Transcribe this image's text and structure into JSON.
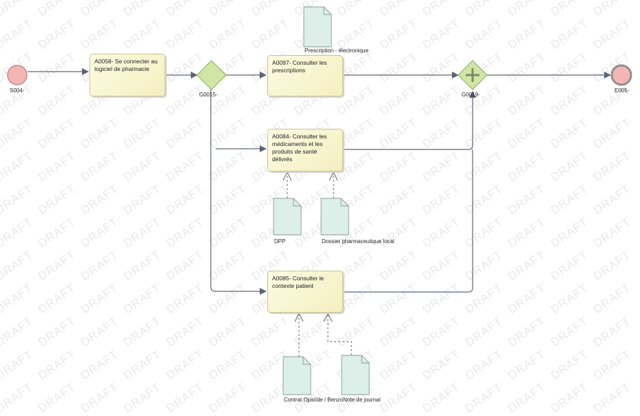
{
  "watermark": "DRAFT",
  "events": {
    "start": {
      "label": "S004-",
      "color": "#f5b5b5"
    },
    "end": {
      "label": "E005-",
      "color": "#f5b5b5"
    }
  },
  "gateways": {
    "split": {
      "label": "G0015-",
      "type": "exclusive",
      "color": "#cfe6a4"
    },
    "join": {
      "label": "G0019-",
      "type": "parallel",
      "color": "#cfe6a4"
    }
  },
  "tasks": {
    "a0058": {
      "line1": "A0058- Se connecter au",
      "line2": "logiciel de pharmacie"
    },
    "a0097": {
      "line1": "A0097- Consulter les",
      "line2": "prescriptions"
    },
    "a0084": {
      "line1": "A0084- Consulter les",
      "line2": "médicaments et les",
      "line3": "produits de santé délivrés"
    },
    "a0085": {
      "line1": "A0085- Consulter le",
      "line2": "contexte patient"
    }
  },
  "documents": {
    "prescription": "Prescription - électronique",
    "dpp": "DPP",
    "dossier": "Dossier pharmaceutique local",
    "contrat": "Contrat Opioïde / Benzo",
    "note": "Note de journal"
  },
  "colors": {
    "flow": "#5c6378",
    "document": "#dcefe8",
    "task": "#f7f3c9"
  }
}
